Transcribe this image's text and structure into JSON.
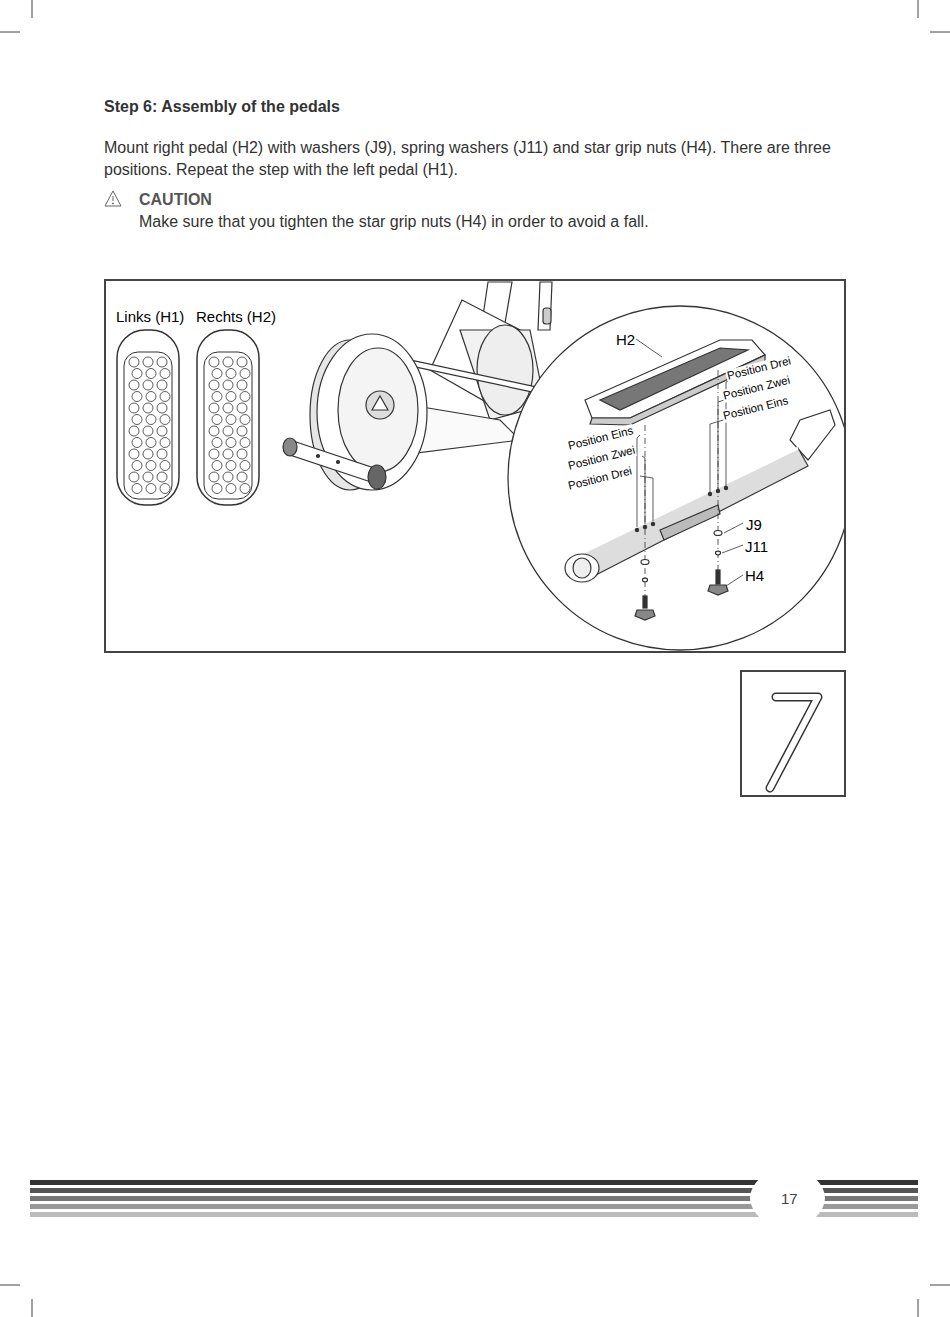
{
  "diagram": {
    "title": "Step 6: Assembly of the pedals",
    "labels": [
      "Mount right pedal (H2) with washers (J9), spring washers (J11) and star grip nuts (H4). There are three positions. Repeat the step with the left pedal (H1).",
      "CAUTION",
      "Make sure that you tighten the star grip nuts (H4) in order to avoid a fall.",
      "Links (H1)",
      "Rechts (H2)",
      "H2",
      "Position Drei",
      "Position Zwei",
      "Position Eins",
      "Position Eins",
      "Position Zwei",
      "Position Drei",
      "J9",
      "J11",
      "H4",
      "17"
    ]
  }
}
